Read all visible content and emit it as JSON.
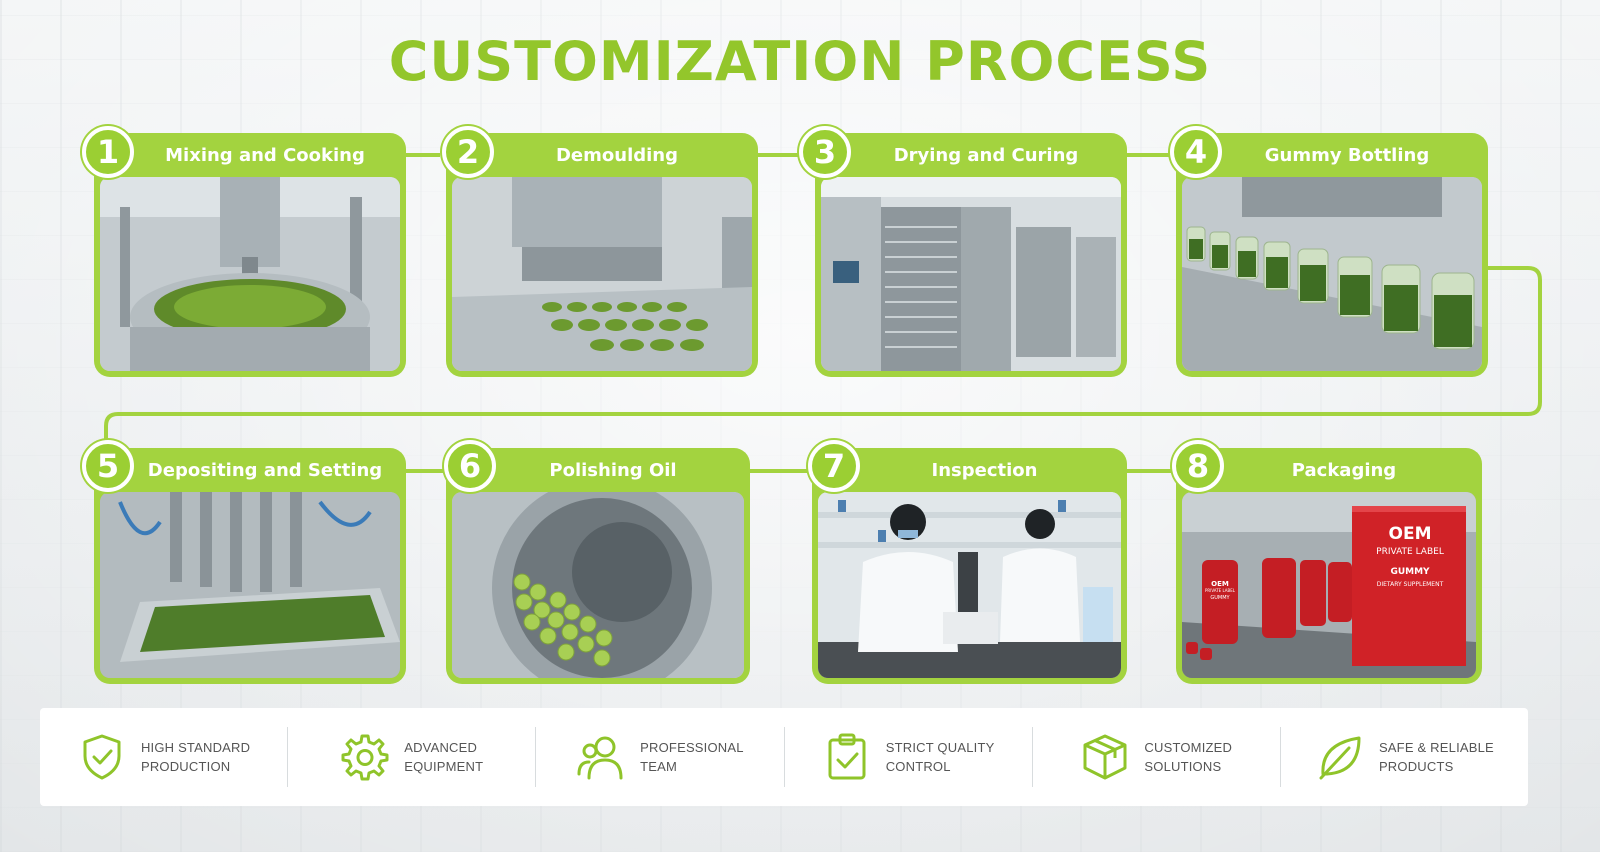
{
  "title": "CUSTOMIZATION PROCESS",
  "colors": {
    "accent": "#a3d33f",
    "title": "#93c62b",
    "text": "#555555"
  },
  "steps": [
    {
      "number": "1",
      "label": "Mixing and Cooking"
    },
    {
      "number": "2",
      "label": "Demoulding"
    },
    {
      "number": "3",
      "label": "Drying and Curing"
    },
    {
      "number": "4",
      "label": "Gummy Bottling"
    },
    {
      "number": "5",
      "label": "Depositing and Setting"
    },
    {
      "number": "6",
      "label": "Polishing Oil"
    },
    {
      "number": "7",
      "label": "Inspection"
    },
    {
      "number": "8",
      "label": "Packaging"
    }
  ],
  "packaging": {
    "box_line1": "OEM",
    "box_line2": "PRIVATE LABEL",
    "box_line3": "GUMMY",
    "box_line4": "DIETARY SUPPLEMENT",
    "jar_line1": "OEM",
    "jar_line2": "PRIVATE LABEL",
    "jar_line3": "GUMMY"
  },
  "features": [
    {
      "icon": "shield-check-icon",
      "line1": "HIGH STANDARD",
      "line2": "PRODUCTION"
    },
    {
      "icon": "gear-icon",
      "line1": "ADVANCED",
      "line2": "EQUIPMENT"
    },
    {
      "icon": "team-icon",
      "line1": "PROFESSIONAL",
      "line2": "TEAM"
    },
    {
      "icon": "clipboard-check-icon",
      "line1": "STRICT QUALITY",
      "line2": "CONTROL"
    },
    {
      "icon": "box-icon",
      "line1": "CUSTOMIZED",
      "line2": "SOLUTIONS"
    },
    {
      "icon": "leaf-icon",
      "line1": "SAFE & RELIABLE",
      "line2": "PRODUCTS"
    }
  ]
}
